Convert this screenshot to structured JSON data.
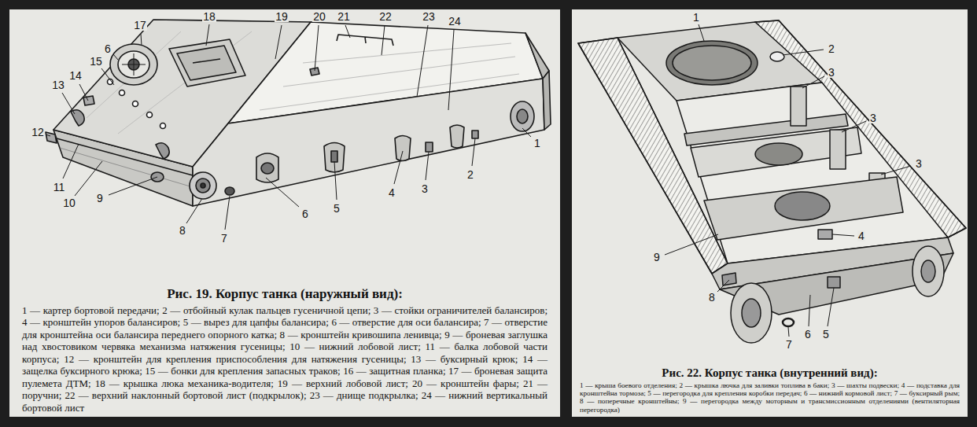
{
  "diagram": {
    "nodes": [
      {
        "text": [
          "Рис. 19. Корпус танка (наружный вид):",
          "1 — картер бортовой передачи; 2 — отбойный кулак пальцев гусеничной цепи; 3 — стойки ограничителей балансиров; 4 — кронштейн упоров балансиров; 5 — вырез для цапфы балансира; 6 — отверстие для оси балансира; 7 — отверстие для кронштейна оси балансира переднего опорного катка; 8 — кронштейн кривошипа ленивца; 9 — броневая заглушка над хвостовиком червяка механизма натяжения гусеницы; 10 — нижний лобовой лист; 11 — балка лобовой части корпуса; 12 — кронштейн для крепления приспособления для натяжения гусеницы; 13 — буксирный крюк; 14 — защелка буксирного крюка; 15 — бонки для крепления запасных траков; 16 — защитная планка; 17 — броневая защита пулемета ДТМ; 18 — крышка люка механика-водителя; 19 — верхний лобовой лист; 20 — кронштейн фары; 21 — поручни; 22 — верхний наклонный бортовой лист (подкрылок); 23 — днище подкрылка; 24 — нижний вертикальный бортовой лист"
        ]
      },
      {
        "text": [
          "Рис. 22. Корпус танка (внутренний вид):",
          "1 — крыша боевого отделения; 2 — крышка лючка для заливки топлива в баки; 3 — шахты подвески; 4 — подставка для кронштейна тормоза; 5 — перегородка для крепления коробки передач; 6 — нижний кормовой лист; 7 — буксирный рым; 8 — поперечные кронштейны; 9 — перегородка между моторным и трансмиссионным отделениями (вентиляторная перегородка)"
        ]
      }
    ],
    "labels": [
      "18",
      "17",
      "19",
      "20",
      "21",
      "22",
      "23",
      "24",
      "6",
      "15",
      "14",
      "13",
      "12",
      "11",
      "10",
      "9",
      "8",
      "7",
      "6",
      "5",
      "4",
      "3",
      "2",
      "1",
      "1",
      "2",
      "3",
      "3",
      "3",
      "9",
      "8",
      "4",
      "6",
      "5",
      "7"
    ]
  }
}
